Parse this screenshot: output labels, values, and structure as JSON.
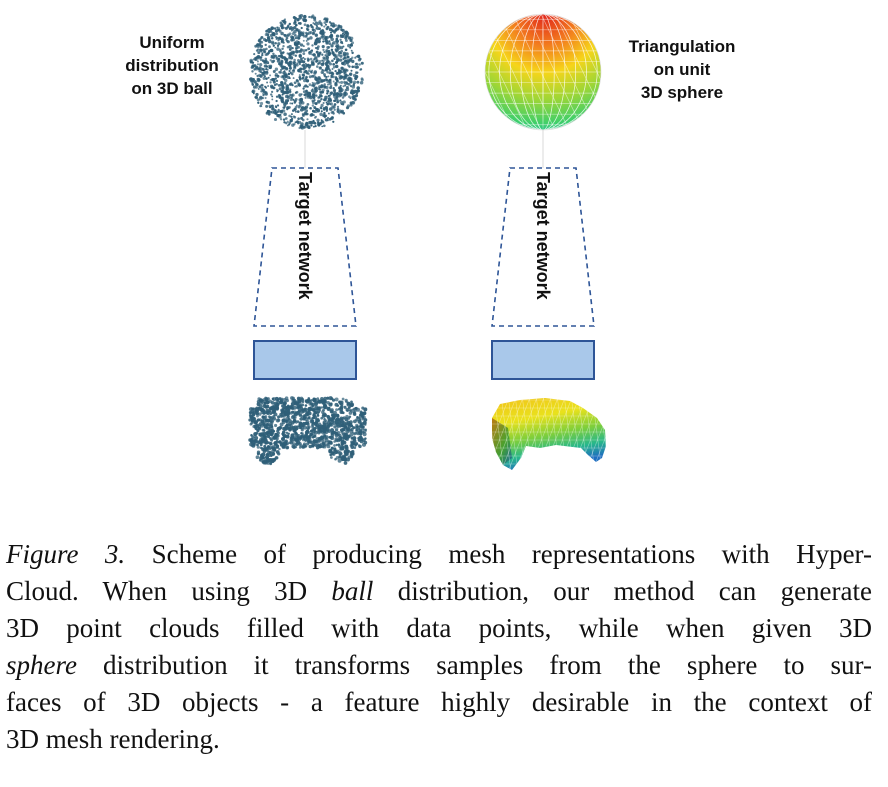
{
  "figure": {
    "left_panel": {
      "label_lines": [
        "Uniform",
        "distribution",
        "on 3D ball"
      ],
      "network_label": "Target network",
      "output": "point-cloud-car"
    },
    "right_panel": {
      "label_lines": [
        "Triangulation",
        "on unit",
        "3D sphere"
      ],
      "network_label": "Target network",
      "output": "mesh-car"
    },
    "colors": {
      "point_cloud": "#2f5f78",
      "box_fill": "#a9c8ea",
      "box_stroke": "#2e5597",
      "dash_stroke": "#2e5597"
    }
  },
  "caption": {
    "figure_label": "Figure 3.",
    "line1_rest": " Scheme of producing mesh representations with Hyper-",
    "line2_a": "Cloud. When using 3D ",
    "line2_em": "ball",
    "line2_b": " distribution, our method can generate",
    "line3": "3D point clouds filled with data points, while when given 3D",
    "line4_em": "sphere",
    "line4_b": " distribution it transforms samples from the sphere to sur-",
    "line5": "faces of 3D objects - a feature highly desirable in the context of",
    "line6": "3D mesh rendering."
  }
}
